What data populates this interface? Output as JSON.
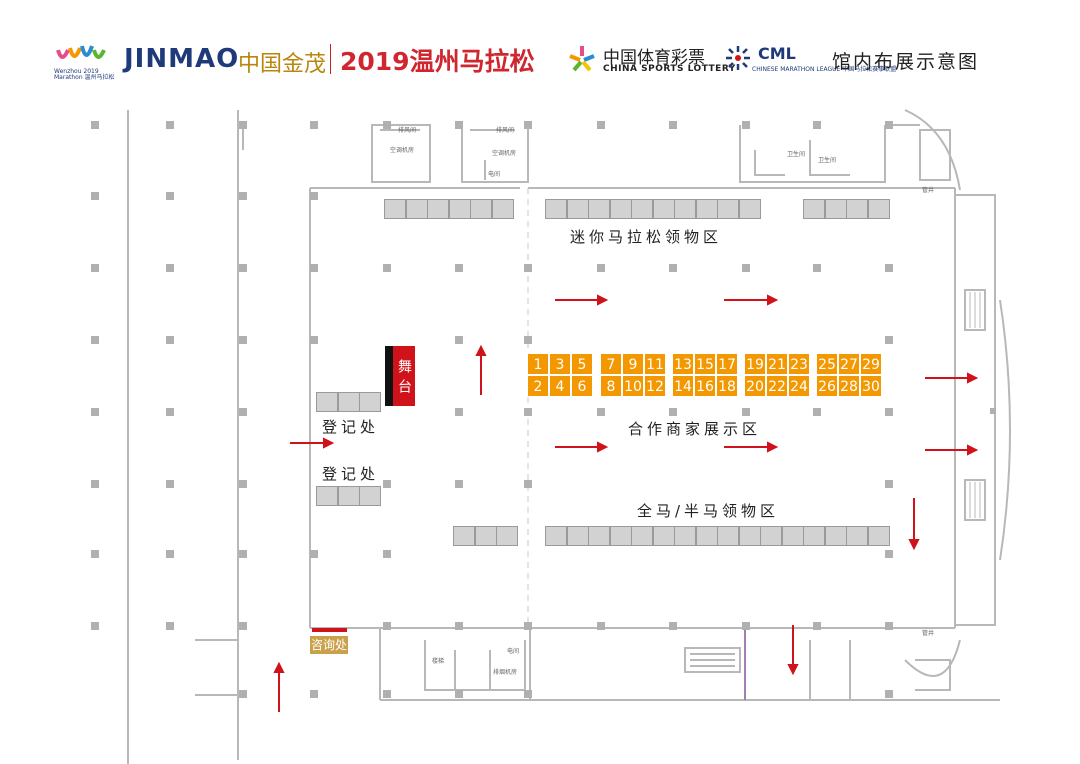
{
  "header": {
    "marathon_logo_text": "Wenzhou 2019 Marathon",
    "jinmao": "JINMAO",
    "jinmao_cn": "中国金茂",
    "marathon_title": "2019温州马拉松",
    "lottery_cn": "中国体育彩票",
    "lottery_en": "CHINA SPORTS LOTTERY",
    "cml": "CML",
    "cml_sub": "CHINESE MARATHON LEAGUE 中国马拉松赛事联盟",
    "page_title": "馆内布展示意图"
  },
  "zones": {
    "mini_marathon": "迷你马拉松领物区",
    "partner_exhibit": "合作商家展示区",
    "full_half": "全马/半马领物区",
    "registration_1": "登记处",
    "registration_2": "登记处",
    "stage": "舞台",
    "info_desk": "咨询处"
  },
  "booths": {
    "groups": [
      {
        "top": [
          "1",
          "3",
          "5"
        ],
        "bottom": [
          "2",
          "4",
          "6"
        ]
      },
      {
        "top": [
          "7",
          "9",
          "11"
        ],
        "bottom": [
          "8",
          "10",
          "12"
        ]
      },
      {
        "top": [
          "13",
          "15",
          "17"
        ],
        "bottom": [
          "14",
          "16",
          "18"
        ]
      },
      {
        "top": [
          "19",
          "21",
          "23"
        ],
        "bottom": [
          "20",
          "22",
          "24"
        ]
      },
      {
        "top": [
          "25",
          "27",
          "29"
        ],
        "bottom": [
          "26",
          "28",
          "30"
        ]
      }
    ]
  },
  "rooms": {
    "r1": "排风间",
    "r2": "空调机房",
    "r3": "排风间",
    "r4": "空调机房",
    "r5": "电间",
    "r6": "卫生间",
    "r7": "卫生间",
    "r8": "管井",
    "r9": "电间",
    "r10": "排烟机房",
    "r11": "楼梯",
    "r12": "管井"
  },
  "colors": {
    "booth": "#f39800",
    "desk": "#d2d2d2",
    "wall": "#b8b8b8",
    "arrow": "#d0121b",
    "stage": "#d0121b",
    "info_desk": "#c9a14a"
  }
}
